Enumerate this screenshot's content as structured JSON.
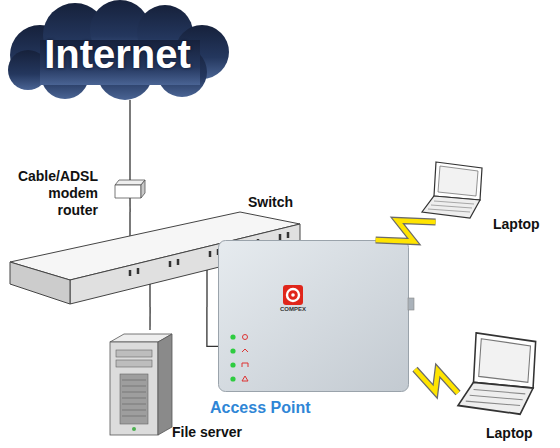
{
  "diagram": {
    "nodes": [
      {
        "text": [
          "Internet"
        ]
      },
      {
        "text": [
          "Cable/ADSL modem router"
        ]
      },
      {
        "text": [
          "Switch"
        ]
      },
      {
        "text": [
          "Laptop"
        ]
      },
      {
        "text": [
          "Access Point"
        ]
      },
      {
        "text": [
          "File server"
        ]
      },
      {
        "text": [
          "Laptop"
        ]
      }
    ],
    "edges": [
      {
        "from": 0,
        "to": 1,
        "arrow": "none"
      },
      {
        "from": 1,
        "to": 2,
        "arrow": "none"
      },
      {
        "from": 2,
        "to": 4,
        "arrow": "none"
      },
      {
        "from": 2,
        "to": 5,
        "arrow": "none"
      },
      {
        "from": 4,
        "to": 3,
        "arrow": "none"
      },
      {
        "from": 4,
        "to": 6,
        "arrow": "none"
      }
    ],
    "labels": [
      "COMPEX"
    ]
  }
}
